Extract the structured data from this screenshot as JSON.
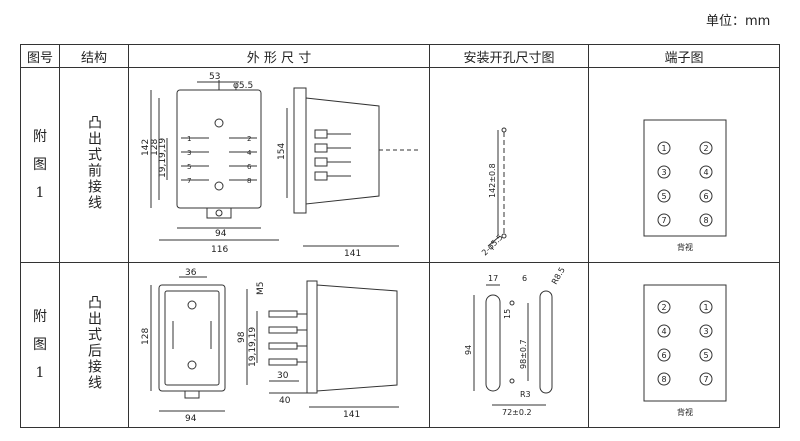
{
  "unit_label": "单位：mm",
  "headers": {
    "fig_no": "图号",
    "structure": "结构",
    "outline": "外 形 尺 寸",
    "mounting": "安装开孔尺寸图",
    "terminal": "端子图"
  },
  "rows": [
    {
      "fig_lines": [
        "附",
        "图",
        "1"
      ],
      "structure": "凸出式前接线",
      "outline": {
        "d53": "53",
        "phi55": "φ5.5",
        "d142": "142",
        "d128": "128",
        "d19": "19,19,19",
        "d154": "154",
        "d94": "94",
        "d116": "116",
        "d141": "141",
        "pins": [
          "1",
          "2",
          "3",
          "4",
          "5",
          "6",
          "7",
          "8"
        ]
      },
      "mount": {
        "d142": "142±0.8",
        "phi": "2-φ5.5"
      },
      "terminal": {
        "numbers": [
          "1",
          "2",
          "3",
          "4",
          "5",
          "6",
          "7",
          "8"
        ],
        "caption": "背视"
      }
    },
    {
      "fig_lines": [
        "附",
        "图",
        "1"
      ],
      "structure": "凸出式后接线",
      "outline": {
        "d36": "36",
        "d128": "128",
        "d94": "94",
        "m5": "M5",
        "d98": "98",
        "d19": "19,19,19",
        "d30": "30",
        "d40": "40",
        "d141": "141"
      },
      "mount": {
        "d17": "17",
        "d6": "6",
        "d15": "15",
        "r85": "R8.5",
        "d94": "94",
        "d98": "98±0.7",
        "r3": "R3",
        "d72": "72±0.2"
      },
      "terminal": {
        "numbers": [
          "2",
          "1",
          "4",
          "3",
          "6",
          "5",
          "8",
          "7"
        ],
        "caption": "背视"
      }
    }
  ]
}
